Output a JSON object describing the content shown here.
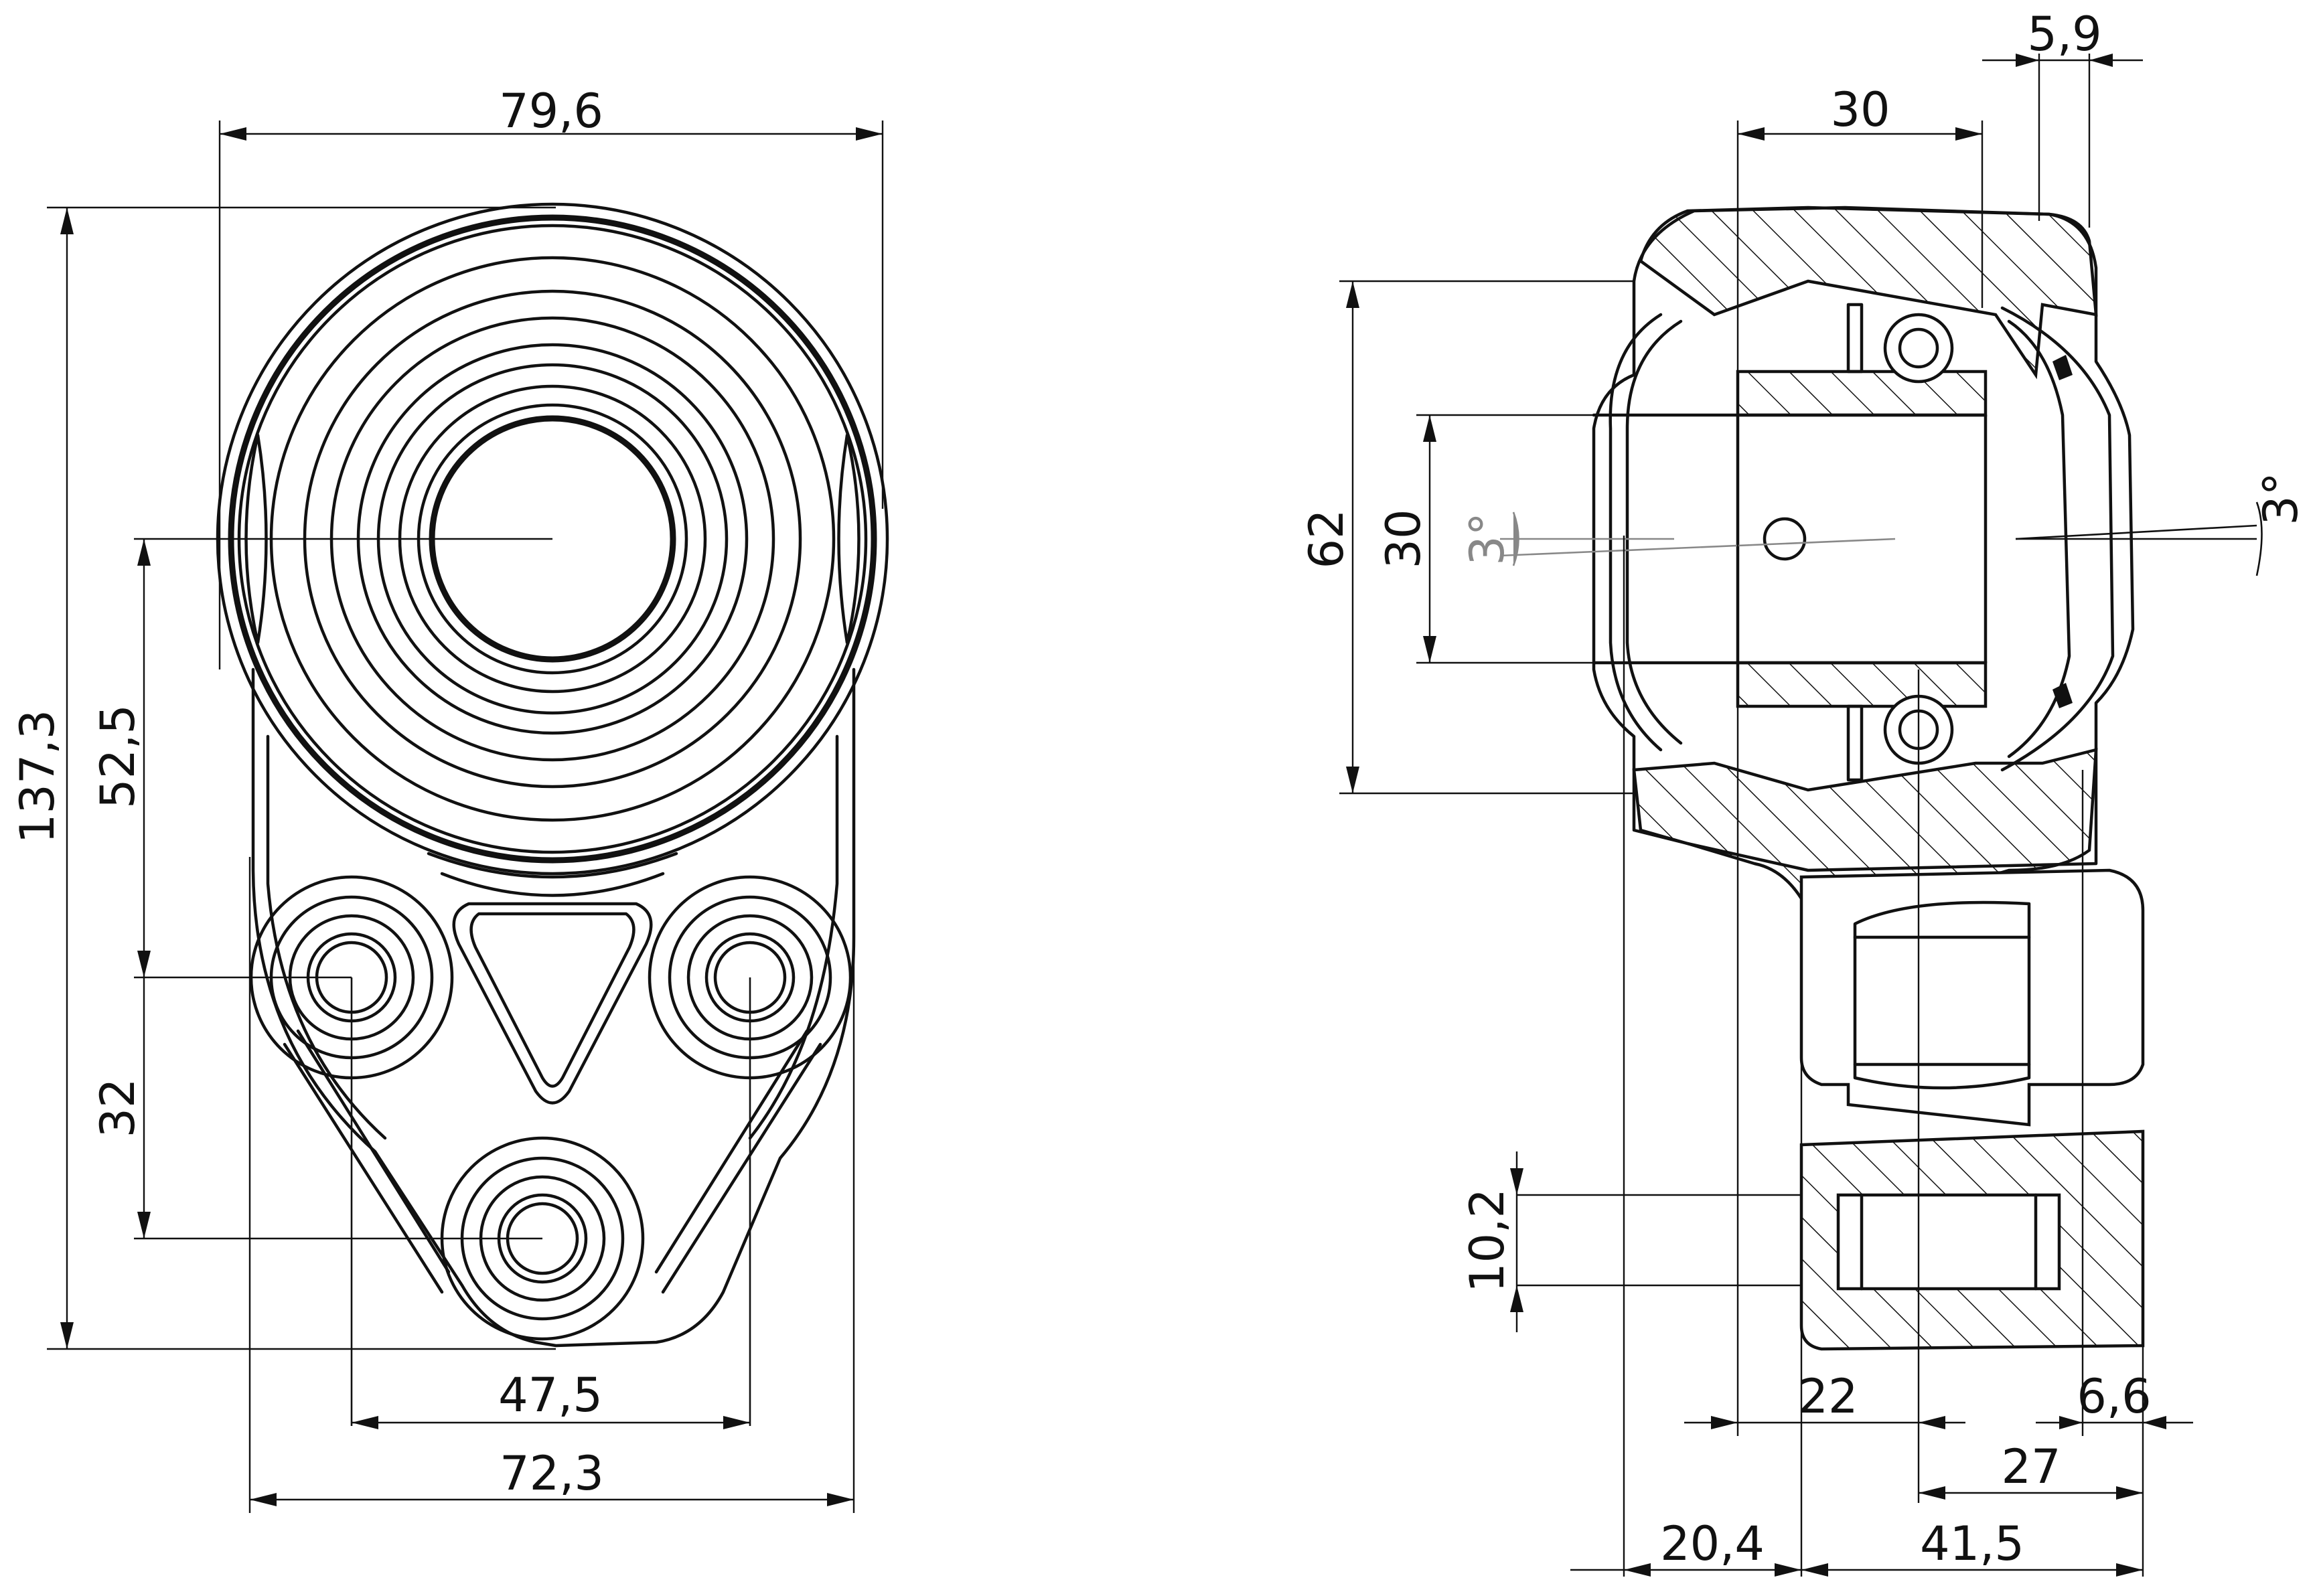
{
  "dimensions": {
    "front": {
      "width_top": "79,6",
      "height_total": "137,3",
      "center_to_port": "52,5",
      "port_to_port_vertical": "32",
      "port_spacing": "47,5",
      "width_bottom": "72,3"
    },
    "side": {
      "top_small": "5,9",
      "top_width": "30",
      "outer_height": "62",
      "bore_height": "30",
      "angle_left": "3°",
      "angle_right": "3°",
      "port_dia": "10,2",
      "bottom_22": "22",
      "bottom_6_6": "6,6",
      "bottom_27": "27",
      "bottom_20_4": "20,4",
      "bottom_41_5": "41,5"
    }
  }
}
